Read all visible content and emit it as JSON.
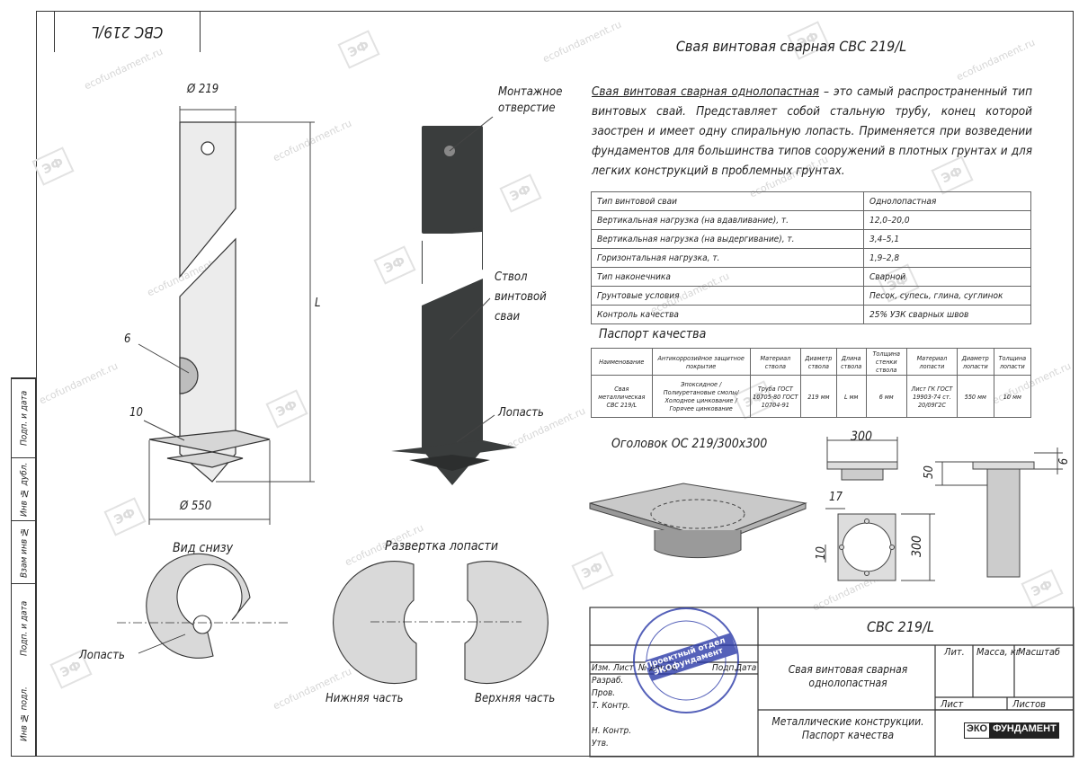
{
  "stamp_code": "СВС 219/L",
  "side_labels": [
    "Инв № подл.",
    "Подп. и дата",
    "Взам инв №",
    "Инв № дубл.",
    "Подп. и дата"
  ],
  "title": "Свая винтовая сварная СВС 219/L",
  "intro": {
    "term": "Свая винтовая сварная однолопастная",
    "text": " – это самый распространенный тип винтовых свай. Представляет собой стальную трубу, конец которой заострен и имеет одну спиральную лопасть. Применяется при возведении фундаментов для большинства типов сооружений в плотных грунтах и для легких конструкций в проблемных грунтах."
  },
  "specs": [
    {
      "param": "Тип винтовой сваи",
      "value": "Однолопастная"
    },
    {
      "param": "Вертикальная нагрузка (на вдавливание), т.",
      "value": "12,0–20,0"
    },
    {
      "param": "Вертикальная нагрузка (на выдергивание), т.",
      "value": "3,4–5,1"
    },
    {
      "param": "Горизонтальная нагрузка, т.",
      "value": "1,9–2,8"
    },
    {
      "param": "Тип наконечника",
      "value": "Сварной"
    },
    {
      "param": "Грунтовые условия",
      "value": "Песок, супесь, глина, суглинок"
    },
    {
      "param": "Контроль качества",
      "value": "25% УЗК сварных швов"
    }
  ],
  "passport": {
    "title": "Паспорт качества",
    "headers": [
      "Наименование",
      "Антикоррозийное защитное покрытие",
      "Материал ствола",
      "Диаметр ствола",
      "Длина ствола",
      "Толщина стенки ствола",
      "Материал лопасти",
      "Диаметр лопасти",
      "Толщина лопасти"
    ],
    "row": [
      "Свая металлическая СВС 219/L",
      "Эпоксидное / Полиуретановые смолы/ Холодное цинкование / Горячее цинкование",
      "Труба ГОСТ 10705-80 ГОСТ 10704-91",
      "219 мм",
      "L мм",
      "6 мм",
      "Лист ГК ГОСТ 19903-74 ст. 20/09Г2С",
      "550 мм",
      "10 мм"
    ]
  },
  "cap_title": "Оголовок ОС 219/300x300",
  "drawing_labels": {
    "dia_top": "Ø 219",
    "dia_blade": "Ø 550",
    "length": "L",
    "weld": "6",
    "blade_thk": "10",
    "mount_hole": "Монтажное отверстие",
    "shaft": "Ствол винтовой сваи",
    "blade": "Лопасть",
    "bottom_view": "Вид снизу",
    "blade_label": "Лопасть",
    "unfold": "Развертка лопасти",
    "lower": "Нижняя часть",
    "upper": "Верхняя часть",
    "cap_300_top": "300",
    "cap_50": "50",
    "cap_6": "6",
    "cap_17": "17",
    "cap_10": "10",
    "cap_300_side": "300"
  },
  "watermark": "ecofundament.ru",
  "watermark_logo": "ЭФ",
  "title_block": {
    "code": "СВС 219/L",
    "row_labels": [
      "Изм.",
      "Лист",
      "№ докум.",
      "Подп.",
      "Дата"
    ],
    "roles": [
      "Разраб.",
      "Пров.",
      "Т. Контр.",
      "",
      "Н. Контр.",
      "Утв."
    ],
    "name": "Свая винтовая сварная однолопастная",
    "doc_type": "Металлические конструкции. Паспорт качества",
    "lit": "Лит.",
    "mass": "Масса, кг",
    "scale": "Масштаб",
    "sheet": "Лист",
    "sheets": "Листов",
    "logo_a": "ЭКО",
    "logo_b": "ФУНДАМЕНТ",
    "stamp_text": "Проектный отдел ЭКОфундамент"
  },
  "colors": {
    "pile_dark": "#3a3d3d",
    "pile_light": "#e8e8e8",
    "stamp_blue": "#2b3aa8"
  }
}
